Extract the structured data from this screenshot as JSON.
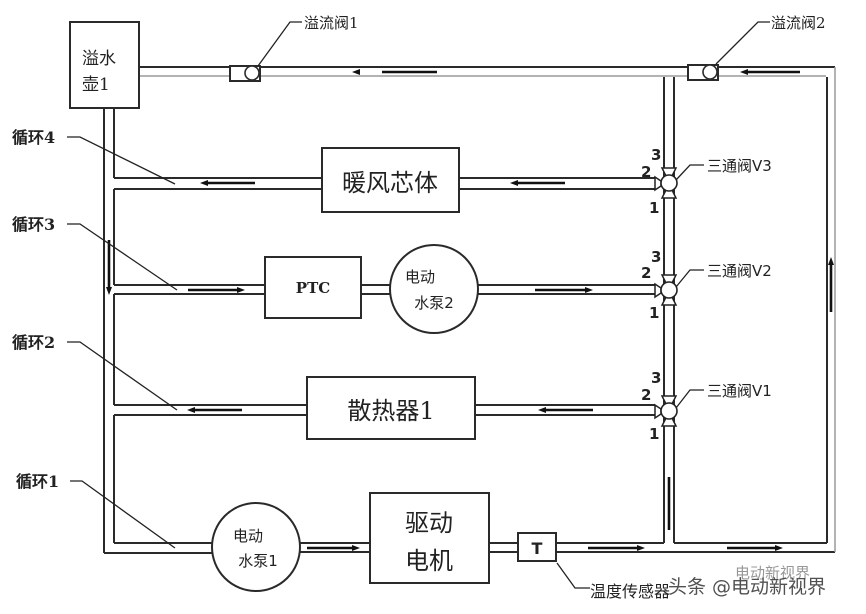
{
  "diagram": {
    "type": "coolant-circuit-schematic",
    "components": {
      "overflow_tank": "溢水壶1",
      "overflow_tank_line1": "溢水",
      "overflow_tank_line2": "壶1",
      "relief_valve_1": "溢流阀1",
      "relief_valve_2": "溢流阀2",
      "heater_core": "暖风芯体",
      "ptc": "PTC",
      "pump_2_line1": "电动",
      "pump_2_line2": "水泵2",
      "radiator": "散热器1",
      "pump_1_line1": "电动",
      "pump_1_line2": "水泵1",
      "motor_line1": "驱动",
      "motor_line2": "电机",
      "temp_sensor_symbol": "T",
      "temp_sensor": "温度传感器"
    },
    "valves": [
      {
        "label": "三通阀V3",
        "ports": [
          "1",
          "2",
          "3"
        ]
      },
      {
        "label": "三通阀V2",
        "ports": [
          "1",
          "2",
          "3"
        ]
      },
      {
        "label": "三通阀V1",
        "ports": [
          "1",
          "2",
          "3"
        ]
      }
    ],
    "loops": [
      {
        "label": "循环4"
      },
      {
        "label": "循环3"
      },
      {
        "label": "循环2"
      },
      {
        "label": "循环1"
      }
    ],
    "watermark": "头条 @电动新视界",
    "watermark_faint": "电动新视界"
  }
}
